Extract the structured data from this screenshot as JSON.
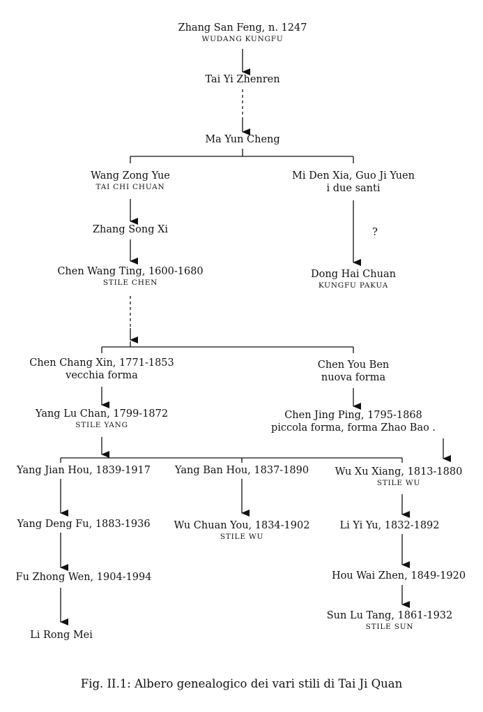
{
  "nodes": {
    "zhang_san_feng": {
      "name": "Zhang San Feng, n. 1247",
      "sub": "WUDANG KUNGFU"
    },
    "tai_yi_zhenren": {
      "name": "Tai Yi Zhenren"
    },
    "ma_yun_cheng": {
      "name": "Ma Yun Cheng"
    },
    "wang_zong_yue": {
      "name": "Wang Zong Yue",
      "sub": "TAI CHI CHUAN"
    },
    "mi_den_xia": {
      "name": "Mi Den Xia, Guo Ji Yuen",
      "note": "i due santi"
    },
    "zhang_song_xi": {
      "name": "Zhang Song Xi"
    },
    "question": {
      "name": "?"
    },
    "chen_wang_ting": {
      "name": "Chen Wang Ting, 1600-1680",
      "sub": "STILE CHEN"
    },
    "dong_hai_chuan": {
      "name": "Dong Hai Chuan",
      "sub": "KUNGFU PAKUA"
    },
    "chen_chang_xin": {
      "name": "Chen Chang Xin, 1771-1853",
      "note": "vecchia forma"
    },
    "chen_you_ben": {
      "name": "Chen You Ben",
      "note": "nuova forma"
    },
    "yang_lu_chan": {
      "name": "Yang Lu Chan, 1799-1872",
      "sub": "STILE YANG"
    },
    "chen_jing_ping": {
      "name": "Chen Jing Ping, 1795-1868",
      "note": "piccola forma, forma Zhao Bao ."
    },
    "yang_jian_hou": {
      "name": "Yang Jian Hou, 1839-1917"
    },
    "yang_ban_hou": {
      "name": "Yang Ban Hou, 1837-1890"
    },
    "wu_xu_xiang": {
      "name": "Wu Xu Xiang, 1813-1880",
      "sub": "STILE WU"
    },
    "yang_deng_fu": {
      "name": "Yang Deng Fu, 1883-1936"
    },
    "wu_chuan_you": {
      "name": "Wu Chuan You, 1834-1902",
      "sub": "STILE WU"
    },
    "li_yi_yu": {
      "name": "Li Yi Yu, 1832-1892"
    },
    "fu_zhong_wen": {
      "name": "Fu Zhong Wen, 1904-1994"
    },
    "hou_wai_zhen": {
      "name": "Hou Wai Zhen, 1849-1920"
    },
    "sun_lu_tang": {
      "name": "Sun Lu Tang, 1861-1932",
      "sub": "STILE SUN"
    },
    "li_rong_mei": {
      "name": "Li Rong Mei"
    }
  },
  "caption": "Fig. II.1: Albero genealogico dei vari stili di Tai Ji Quan"
}
